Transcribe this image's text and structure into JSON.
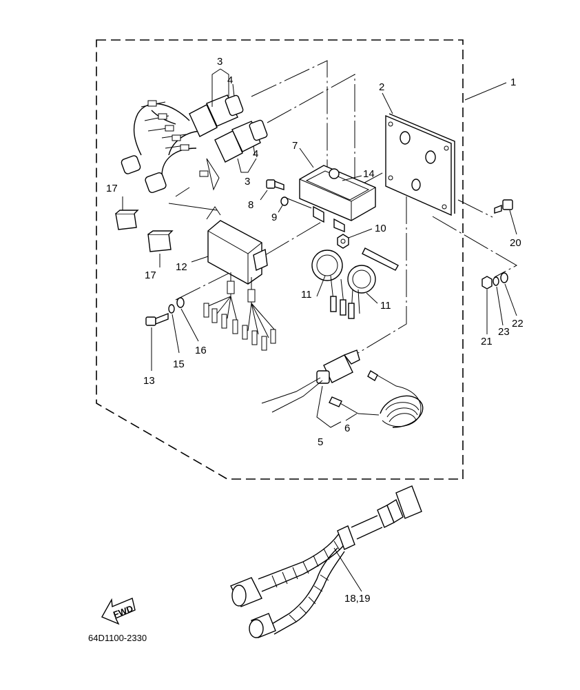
{
  "callouts": {
    "c1": "1",
    "c2": "2",
    "c3a": "3",
    "c3b": "3",
    "c4a": "4",
    "c4b": "4",
    "c5": "5",
    "c6": "6",
    "c7": "7",
    "c8": "8",
    "c9": "9",
    "c10": "10",
    "c11a": "11",
    "c11b": "11",
    "c12": "12",
    "c13": "13",
    "c14": "14",
    "c15": "15",
    "c16": "16",
    "c17a": "17",
    "c17b": "17",
    "c1819": "18,19",
    "c20": "20",
    "c21": "21",
    "c22": "22",
    "c23": "23"
  },
  "fwd_label": "FWD",
  "diagram_code": "64D1100-2330"
}
